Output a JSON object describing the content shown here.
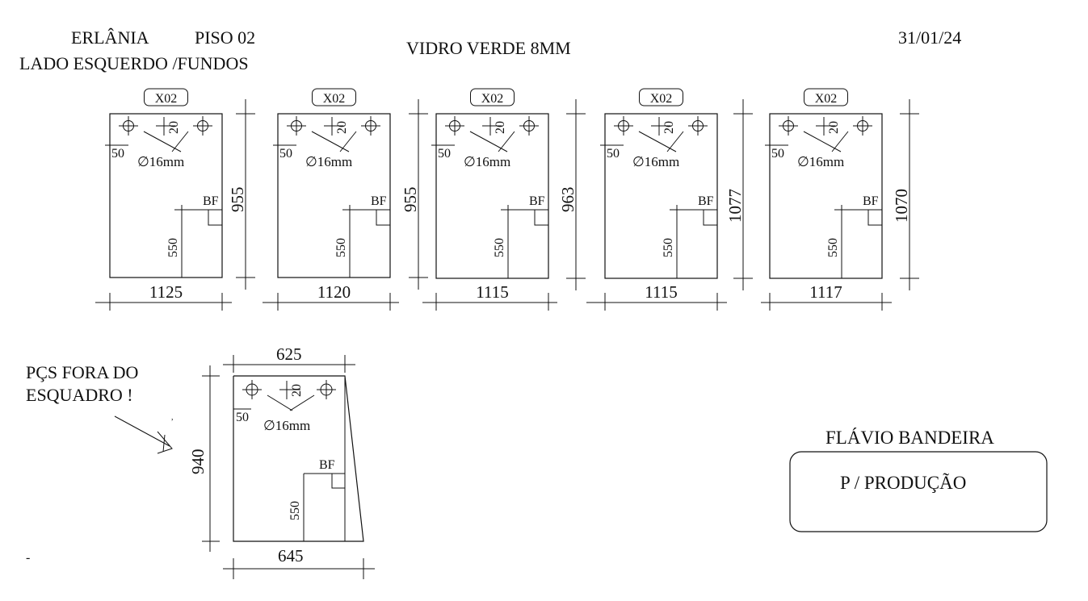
{
  "header": {
    "client": "ERLÂNIA",
    "floor": "PISO 02",
    "side": "LADO  ESQUERDO  /FUNDOS",
    "material": "VIDRO VERDE 8MM",
    "date": "31/01/24"
  },
  "panels": [
    {
      "qty": "X02",
      "width": "1125",
      "height": "955",
      "hole_offset": "50",
      "hole_gap": "20",
      "hole_dia": "∅16mm",
      "bf_label": "BF",
      "bf_height": "550"
    },
    {
      "qty": "X02",
      "width": "1120",
      "height": "955",
      "hole_offset": "50",
      "hole_gap": "20",
      "hole_dia": "∅16mm",
      "bf_label": "BF",
      "bf_height": "550"
    },
    {
      "qty": "X02",
      "width": "1115",
      "height": "963",
      "hole_offset": "50",
      "hole_gap": "20",
      "hole_dia": "∅16mm",
      "bf_label": "BF",
      "bf_height": "550"
    },
    {
      "qty": "X02",
      "width": "1115",
      "height": "1077",
      "hole_offset": "50",
      "hole_gap": "20",
      "hole_dia": "∅16mm",
      "bf_label": "BF",
      "bf_height": "550"
    },
    {
      "qty": "X02",
      "width": "1117",
      "height": "1070",
      "hole_offset": "50",
      "hole_gap": "20",
      "hole_dia": "∅16mm",
      "bf_label": "BF",
      "bf_height": "550"
    }
  ],
  "special_panel": {
    "top_width": "625",
    "bottom_width": "645",
    "height": "940",
    "hole_offset": "50",
    "hole_gap": "20",
    "hole_dia": "∅16mm",
    "bf_label": "BF",
    "bf_height": "550"
  },
  "note": {
    "line1": "PÇS FORA DO",
    "line2": "ESQUADRO !"
  },
  "signature": {
    "name": "FLÁVIO BANDEIRA",
    "box_text": "P / PRODUÇÃO"
  },
  "stray_mark": "-"
}
